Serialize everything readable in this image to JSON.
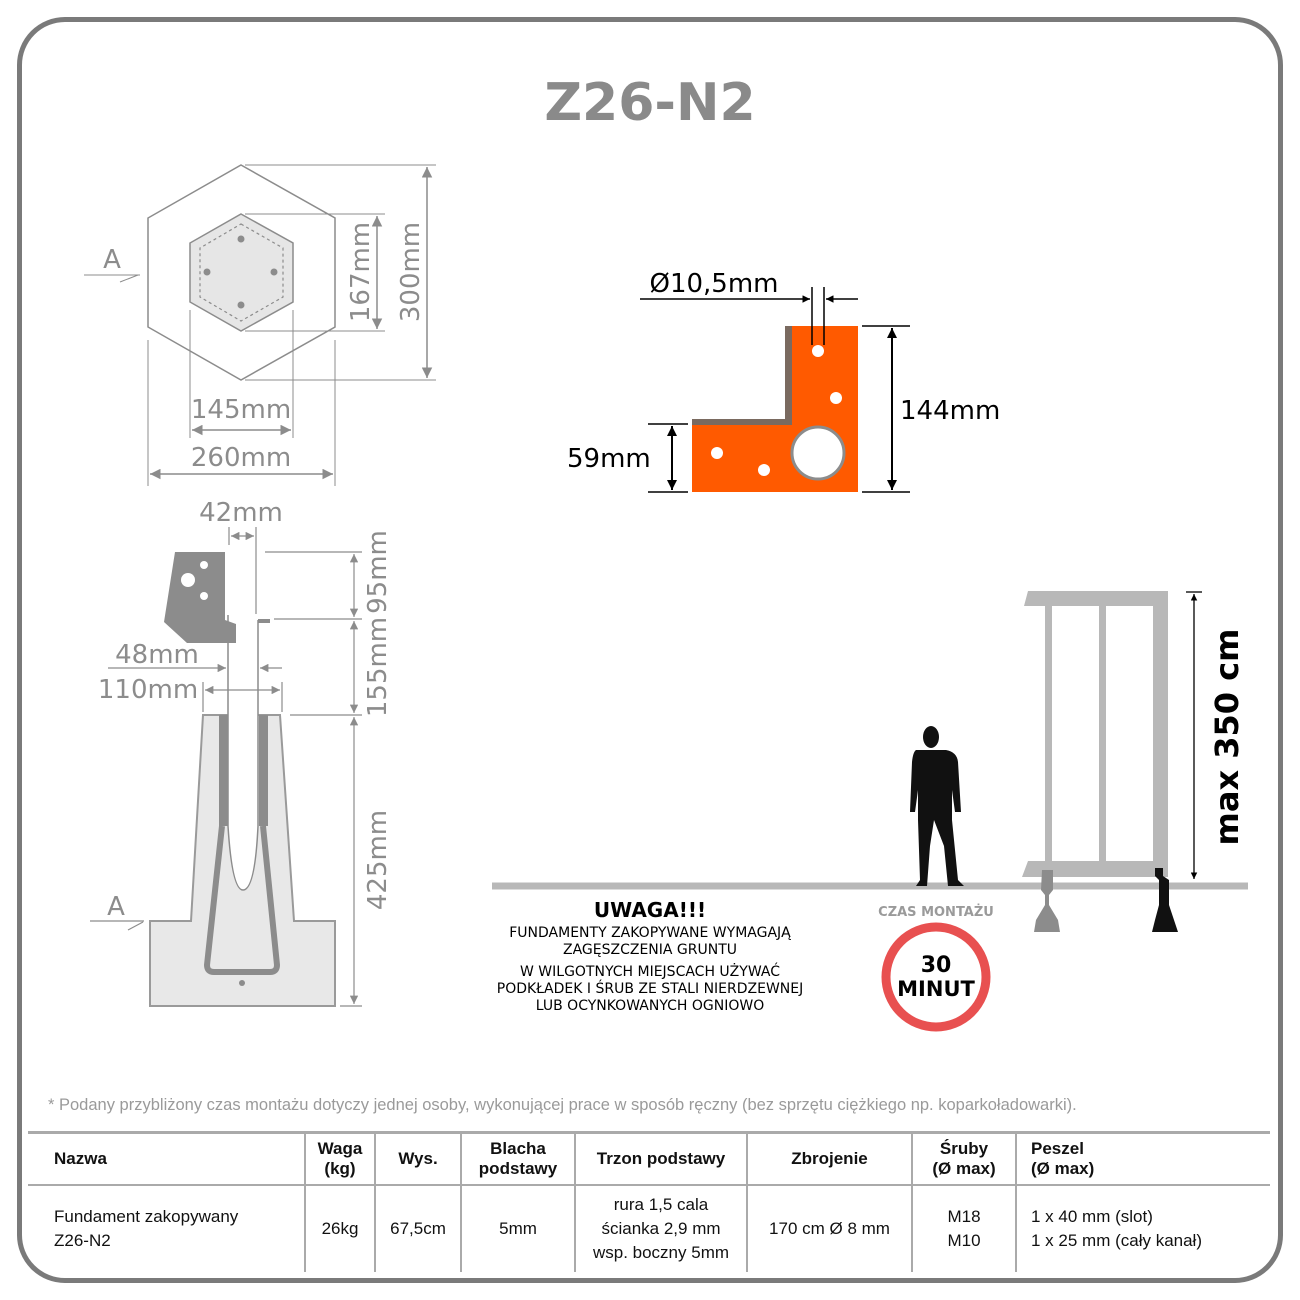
{
  "title": "Z26-N2",
  "colors": {
    "accent_plate": "#ff5a00",
    "drawing_gray": "#8c8c8c",
    "timer_ring": "#e85050",
    "border": "#7a7a7a"
  },
  "top_view": {
    "section_label": "A",
    "dims": {
      "inner_height": "167mm",
      "outer_height": "300mm",
      "inner_width": "145mm",
      "outer_width": "260mm"
    }
  },
  "plate_view": {
    "hole_diameter": "Ø10,5mm",
    "height": "144mm",
    "base_height": "59mm"
  },
  "section_view": {
    "section_label": "A",
    "dims": {
      "pipe_gap": "42mm",
      "top": "95mm",
      "middle": "155mm",
      "bottom": "425mm",
      "inner_width": "48mm",
      "outer_width": "110mm"
    }
  },
  "fence": {
    "max_height": "max 350 cm"
  },
  "warning": {
    "title": "UWAGA!!!",
    "lines": [
      "FUNDAMENTY ZAKOPYWANE WYMAGAJĄ",
      "ZAGĘSZCZENIA GRUNTU",
      "W WILGOTNYCH MIEJSCACH UŻYWAĆ",
      "PODKŁADEK I ŚRUB ZE STALI NIERDZEWNEJ",
      "LUB OCYNKOWANYCH OGNIOWO"
    ]
  },
  "assembly_time": {
    "label": "CZAS MONTAŻU",
    "value": "30",
    "unit": "MINUT"
  },
  "footnote": "* Podany przybliżony czas montażu dotyczy jednej osoby, wykonującej prace w sposób ręczny (bez sprzętu ciężkiego np. koparkoładowarki).",
  "table": {
    "headers": [
      [
        "Nazwa"
      ],
      [
        "Waga",
        "(kg)"
      ],
      [
        "Wys."
      ],
      [
        "Blacha",
        "podstawy"
      ],
      [
        "Trzon podstawy"
      ],
      [
        "Zbrojenie"
      ],
      [
        "Śruby",
        "(Ø max)"
      ],
      [
        "Peszel",
        "(Ø max)"
      ]
    ],
    "row": [
      [
        "Fundament zakopywany",
        "Z26-N2"
      ],
      [
        "26kg"
      ],
      [
        "67,5cm"
      ],
      [
        "5mm"
      ],
      [
        "rura 1,5 cala",
        "ścianka 2,9 mm",
        "wsp. boczny 5mm"
      ],
      [
        "170 cm Ø 8 mm"
      ],
      [
        "M18",
        "M10"
      ],
      [
        "1 x 40 mm (slot)",
        "1 x 25 mm (cały kanał)"
      ]
    ]
  }
}
